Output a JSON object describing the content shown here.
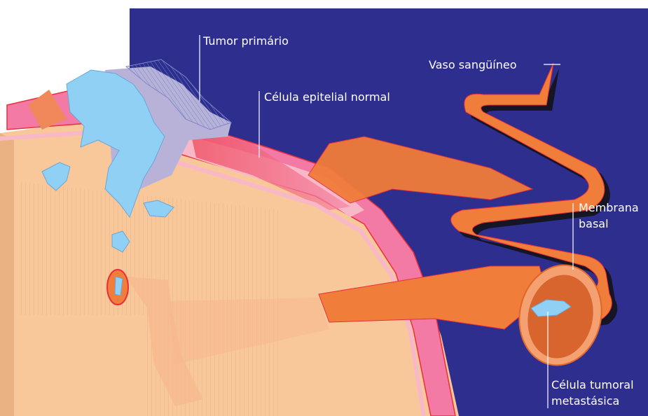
{
  "labels": {
    "primary_tumor": "Tumor primário",
    "normal_epithelial_cell": "Célula epitelial normal",
    "blood_vessel": "Vaso sangüíneo",
    "basement_membrane_line1": "Membrana",
    "basement_membrane_line2": "basal",
    "metastatic_cell_line1": "Célula tumoral",
    "metastatic_cell_line2": "metastásica"
  },
  "colors": {
    "background_panel": "#2e2e8f",
    "tissue": "#f8c79a",
    "epithelium": "#f47aa6",
    "epithelium_light": "#f9b8c8",
    "tumor": "#8fd0f4",
    "tumor_shadow": "#b9b2d8",
    "vessel": "#f07d3a",
    "vessel_dark": "#e0662a",
    "outline": "#e8303a"
  }
}
